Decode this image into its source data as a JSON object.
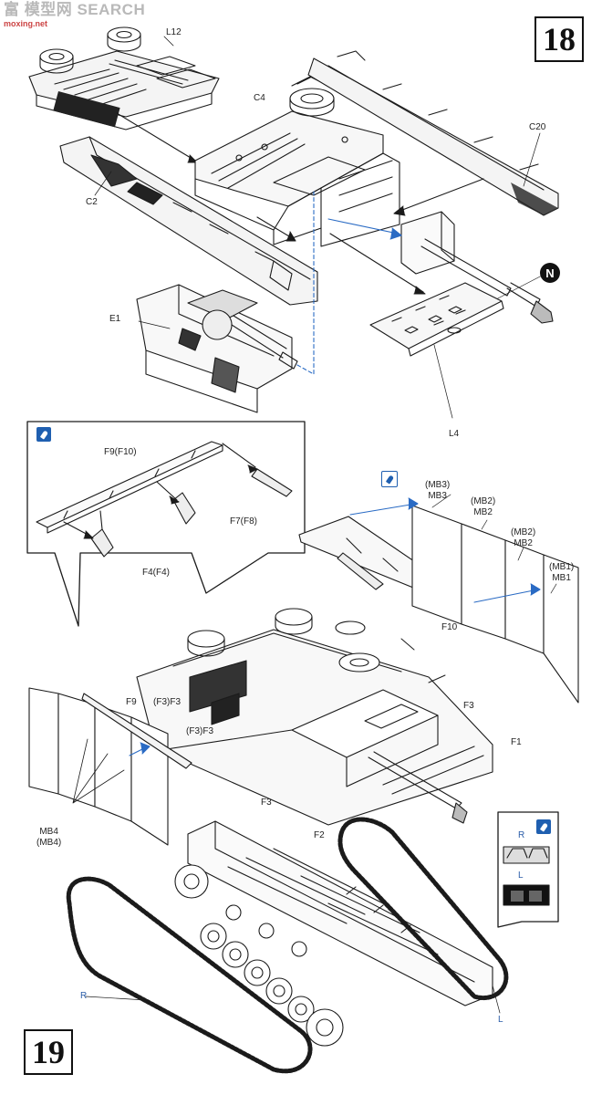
{
  "watermark": {
    "main": "富 模型网 SEARCH",
    "sub": "moxing.net"
  },
  "steps": {
    "top": "18",
    "bottom": "19"
  },
  "step18": {
    "labels": {
      "l12": "L12",
      "c4": "C4",
      "c20": "C20",
      "c2": "C2",
      "e1": "E1",
      "l4": "L4"
    },
    "marker": "N"
  },
  "inset": {
    "labels": {
      "f9": "F9(F10)",
      "f7": "F7(F8)",
      "f4": "F4(F4)"
    }
  },
  "skirts_right": {
    "mb3": [
      "(MB3)",
      "MB3"
    ],
    "mb2a": [
      "(MB2)",
      "MB2"
    ],
    "mb2b": [
      "(MB2)",
      "MB2"
    ],
    "mb1": [
      "(MB1)",
      "MB1"
    ],
    "f10": "F10"
  },
  "step19": {
    "labels": {
      "f9": "F9",
      "f3a": "(F3)F3",
      "f3b": "(F3)F3",
      "f3c": "F3",
      "f3d": "F3",
      "f1": "F1",
      "f2": "F2"
    },
    "mb4": [
      "MB4",
      "(MB4)"
    ],
    "track_r": "R",
    "track_l": "L"
  },
  "track_box": {
    "r": "R",
    "l": "L"
  },
  "colors": {
    "line": "#1b1b1b",
    "accent_blue": "#2a6bc4",
    "paint_blue": "#1f5fb0"
  }
}
